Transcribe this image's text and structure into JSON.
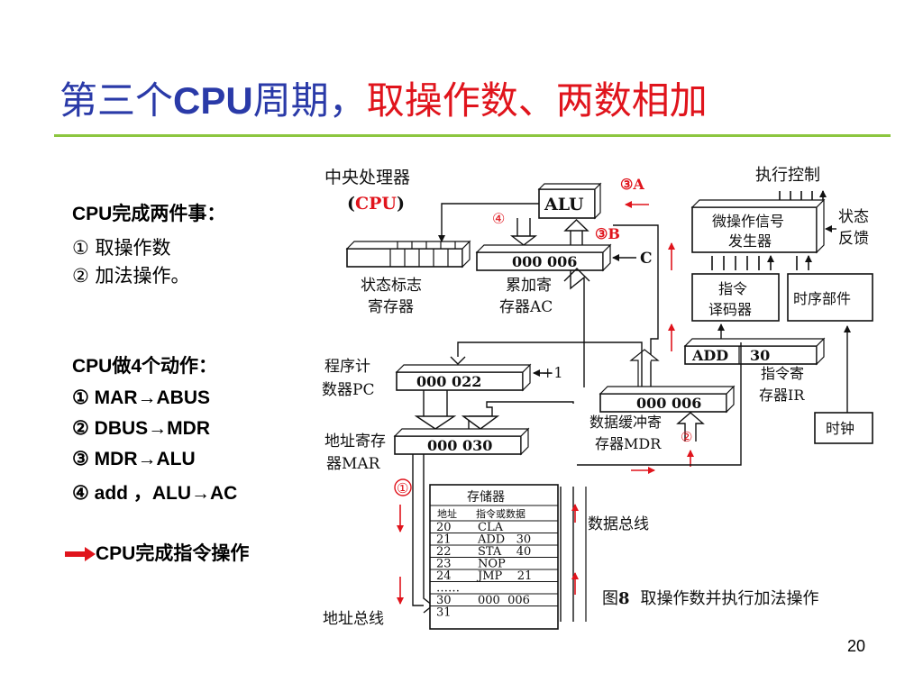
{
  "slide": {
    "title_part1": "第三个",
    "title_part2": "CPU",
    "title_part3": "周期，",
    "title_part4": "取操作数、两数相加",
    "page_number": "20",
    "accent_color": "#8cc63f",
    "title_blue": "#2a3aa8",
    "title_red": "#e0141c"
  },
  "left_text": {
    "heading1": "CPU完成两件事：",
    "item1": "① 取操作数",
    "item2": "② 加法操作。",
    "heading2": "CPU做4个动作：",
    "step1": "① MAR→ABUS",
    "step2": "② DBUS→MDR",
    "step3": "③ MDR→ALU",
    "step4": "④ add ，ALU→AC",
    "conclusion": "CPU完成指令操作"
  },
  "diagram": {
    "cpu_label": "中央处理器",
    "cpu_abbr_open": "(",
    "cpu_abbr": "CPU",
    "cpu_abbr_close": ")",
    "alu": "ALU",
    "mark3a": "③A",
    "mark3b": "③B",
    "mark4": "④",
    "mark2": "②",
    "mark1": "①",
    "status_reg_line1": "状态标志",
    "status_reg_line2": "寄存器",
    "ac_value": "000  006",
    "ac_c": "C",
    "ac_line1": "累加寄",
    "ac_line2": "存器AC",
    "control_label": "执行控制",
    "micro_line1": "微操作信号",
    "micro_line2": "发生器",
    "status_fb_line1": "状态",
    "status_fb_line2": "反馈",
    "decoder_line1": "指令",
    "decoder_line2": "译码器",
    "timing": "时序部件",
    "ir_op": "ADD",
    "ir_addr": "30",
    "ir_line1": "指令寄",
    "ir_line2": "存器IR",
    "clock": "时钟",
    "pc_line1": "程序计",
    "pc_line2": "数器PC",
    "pc_value": "000  022",
    "pc_inc": "+1",
    "mdr_value": "000  006",
    "mdr_line1": "数据缓冲寄",
    "mdr_line2": "存器MDR",
    "mar_line1": "地址寄存",
    "mar_line2": "器MAR",
    "mar_value": "000  030",
    "memory_title": "存储器",
    "memory_col1": "地址",
    "memory_col2": "指令或数据",
    "memory_rows": [
      {
        "addr": "20",
        "content": "CLA"
      },
      {
        "addr": "21",
        "content": "ADD   30"
      },
      {
        "addr": "22",
        "content": "STA    40"
      },
      {
        "addr": "23",
        "content": "NOP"
      },
      {
        "addr": "24",
        "content": "JMP    21"
      },
      {
        "addr": "……",
        "content": ""
      },
      {
        "addr": "30",
        "content": "000  006"
      },
      {
        "addr": "31",
        "content": ""
      }
    ],
    "data_bus": "数据总线",
    "addr_bus": "地址总线",
    "fig_prefix": "图",
    "fig_num": "8",
    "caption": "取操作数并执行加法操作"
  }
}
